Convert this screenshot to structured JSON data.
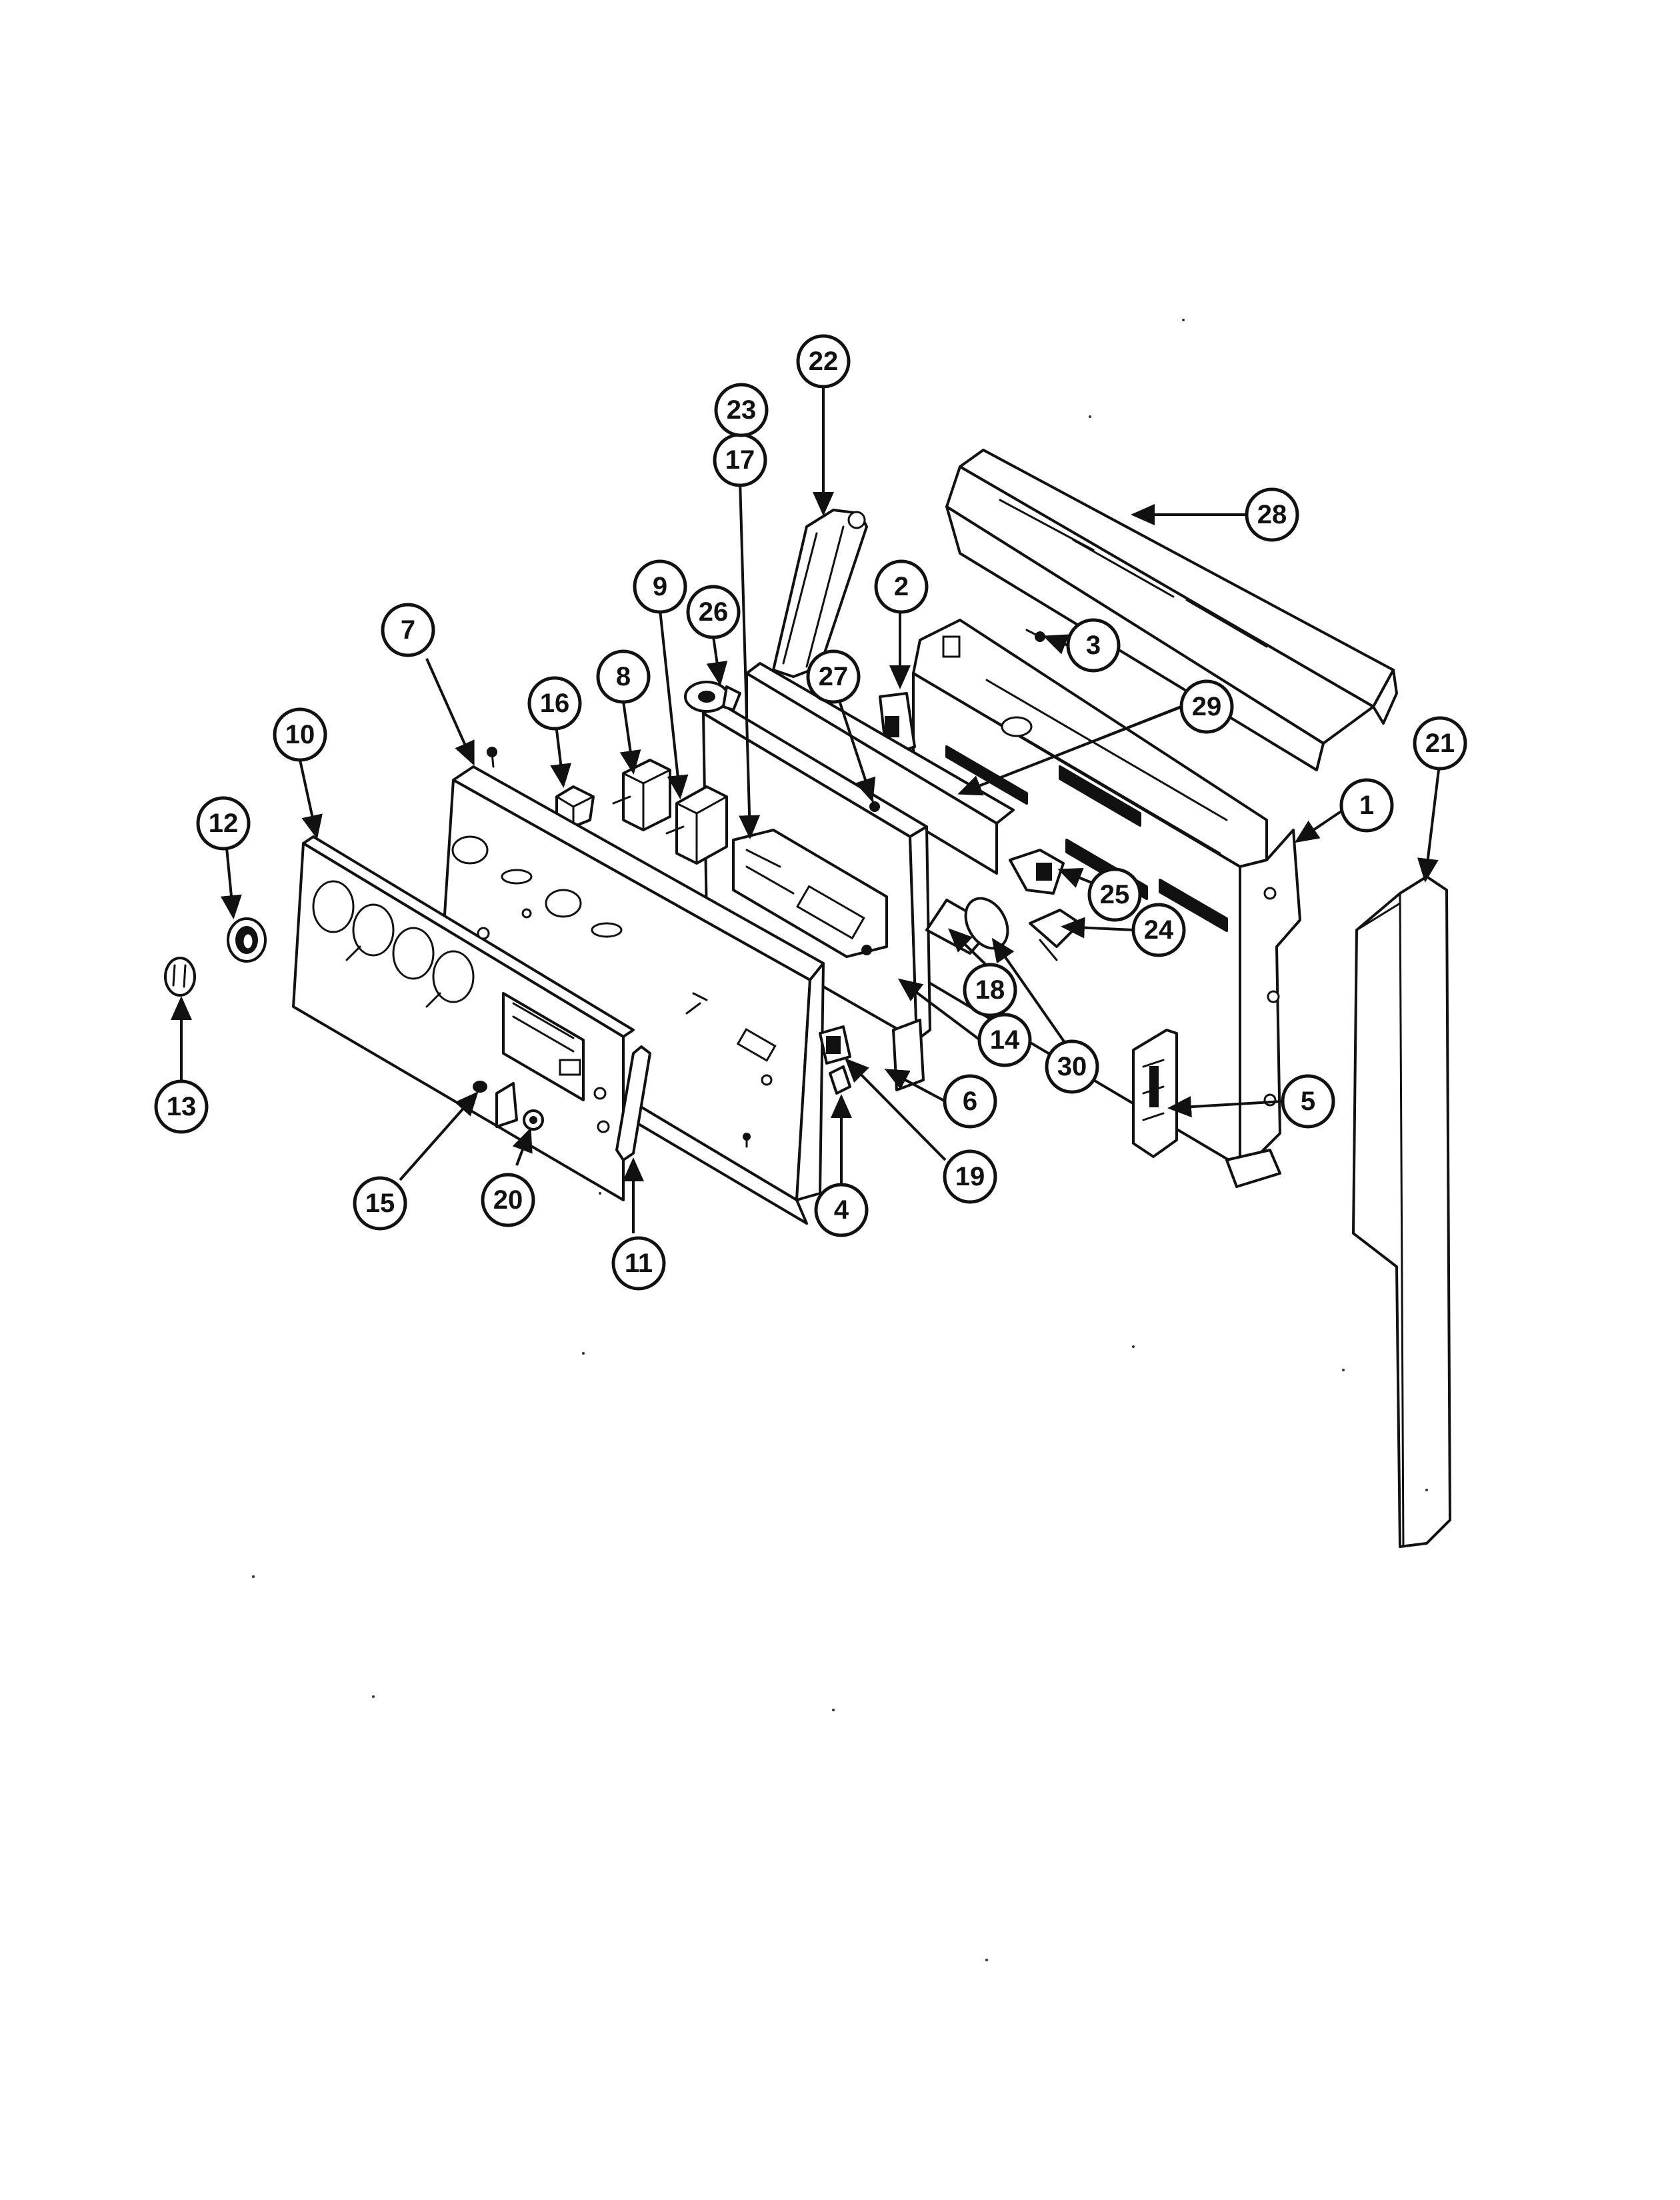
{
  "diagram": {
    "colors": {
      "line": "#111111",
      "background": "#ffffff"
    },
    "callouts": [
      {
        "id": "1",
        "text": "1"
      },
      {
        "id": "2",
        "text": "2"
      },
      {
        "id": "3",
        "text": "3"
      },
      {
        "id": "4",
        "text": "4"
      },
      {
        "id": "5",
        "text": "5"
      },
      {
        "id": "6",
        "text": "6"
      },
      {
        "id": "7",
        "text": "7"
      },
      {
        "id": "8",
        "text": "8"
      },
      {
        "id": "9",
        "text": "9"
      },
      {
        "id": "10",
        "text": "10"
      },
      {
        "id": "11",
        "text": "11"
      },
      {
        "id": "12",
        "text": "12"
      },
      {
        "id": "13",
        "text": "13"
      },
      {
        "id": "14",
        "text": "14"
      },
      {
        "id": "15",
        "text": "15"
      },
      {
        "id": "16",
        "text": "16"
      },
      {
        "id": "17",
        "text": "17"
      },
      {
        "id": "18",
        "text": "18"
      },
      {
        "id": "19",
        "text": "19"
      },
      {
        "id": "20",
        "text": "20"
      },
      {
        "id": "21",
        "text": "21"
      },
      {
        "id": "22",
        "text": "22"
      },
      {
        "id": "23",
        "text": "23"
      },
      {
        "id": "24",
        "text": "24"
      },
      {
        "id": "25",
        "text": "25"
      },
      {
        "id": "26",
        "text": "26"
      },
      {
        "id": "27",
        "text": "27"
      },
      {
        "id": "28",
        "text": "28"
      },
      {
        "id": "29",
        "text": "29"
      },
      {
        "id": "30",
        "text": "30"
      }
    ]
  }
}
